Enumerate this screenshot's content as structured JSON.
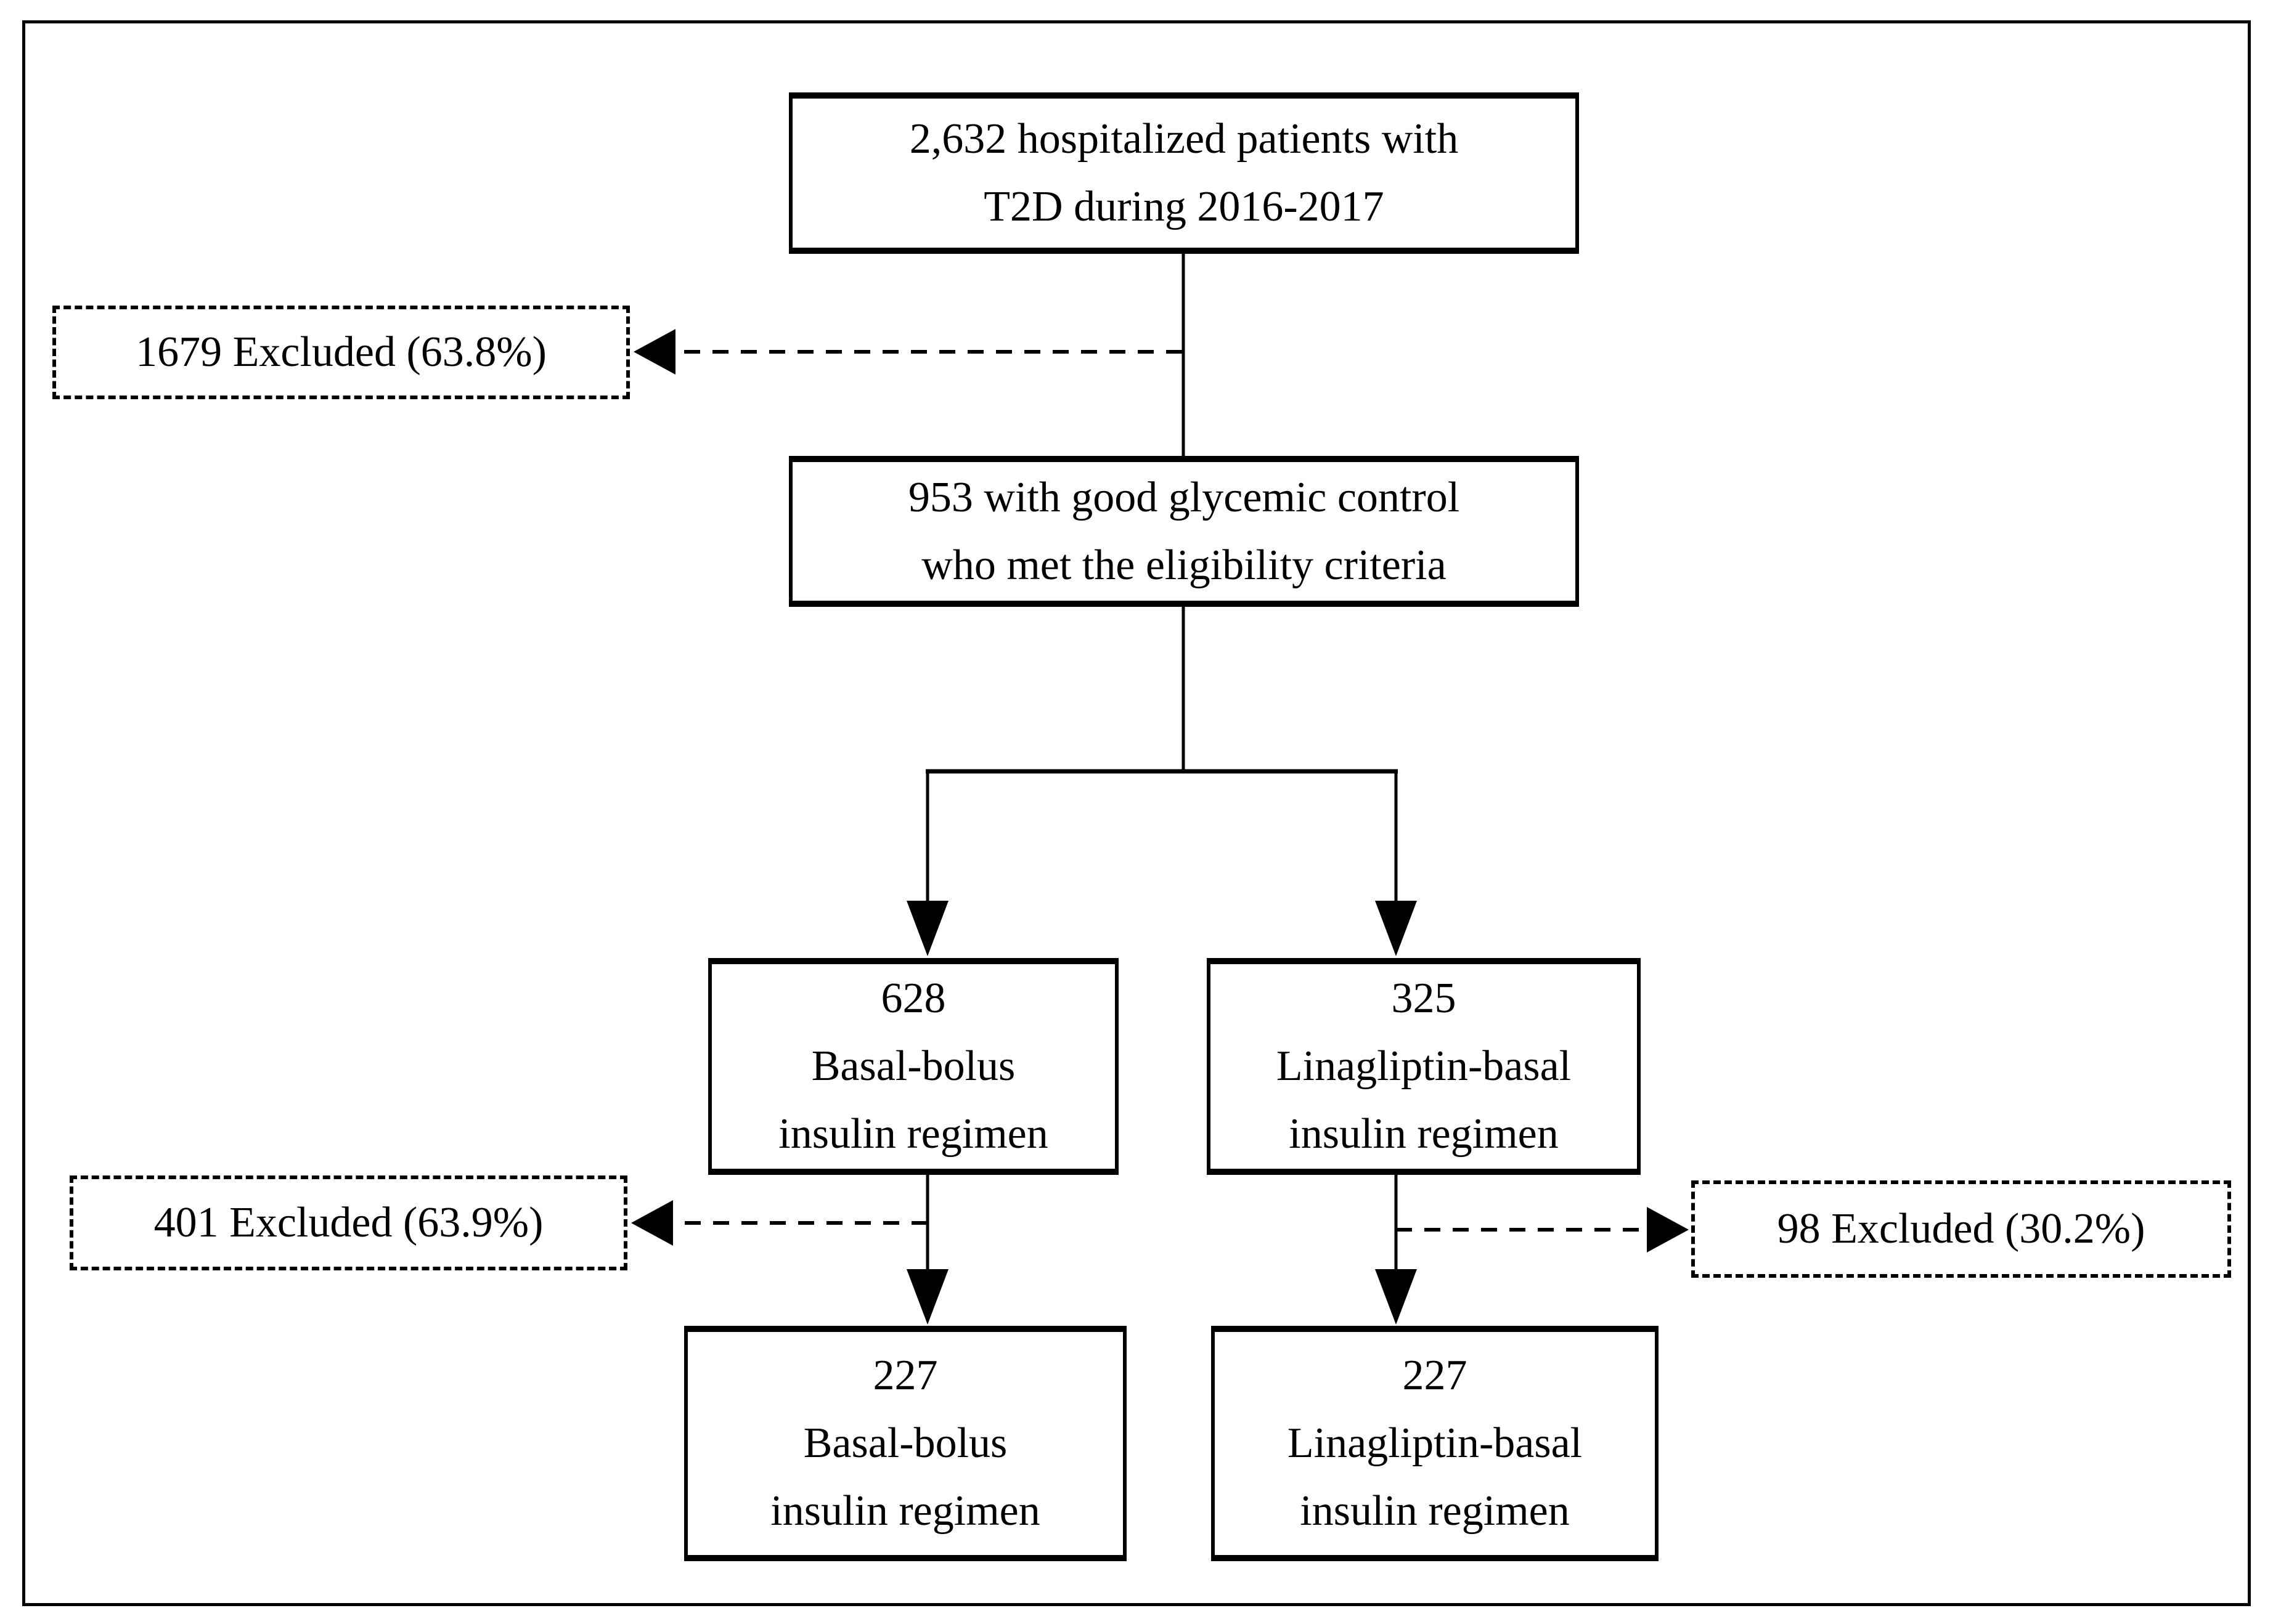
{
  "figure": {
    "kind": "patient-flow-diagram",
    "colors": {
      "background": "#ffffff",
      "line": "#000000",
      "box_border": "#000000",
      "text": "#000000"
    },
    "nodes": {
      "enrolled": {
        "lines": [
          "2,632 hospitalized patients with",
          "T2D during 2016-2017"
        ]
      },
      "excluded_initial": {
        "label": "1679 Excluded (63.8%)"
      },
      "eligible": {
        "lines": [
          "953 with good glycemic control",
          "who met the eligibility criteria"
        ]
      },
      "basal_bolus_initial": {
        "lines": [
          "628",
          "Basal-bolus",
          "insulin regimen"
        ]
      },
      "linagliptin_basal_initial": {
        "lines": [
          "325",
          "Linagliptin-basal",
          "insulin regimen"
        ]
      },
      "excluded_basal_bolus": {
        "label": "401 Excluded (63.9%)"
      },
      "excluded_linagliptin": {
        "label": "98 Excluded (30.2%)"
      },
      "basal_bolus_final": {
        "lines": [
          "227",
          "Basal-bolus",
          "insulin regimen"
        ]
      },
      "linagliptin_basal_final": {
        "lines": [
          "227",
          "Linagliptin-basal",
          "insulin regimen"
        ]
      }
    }
  }
}
